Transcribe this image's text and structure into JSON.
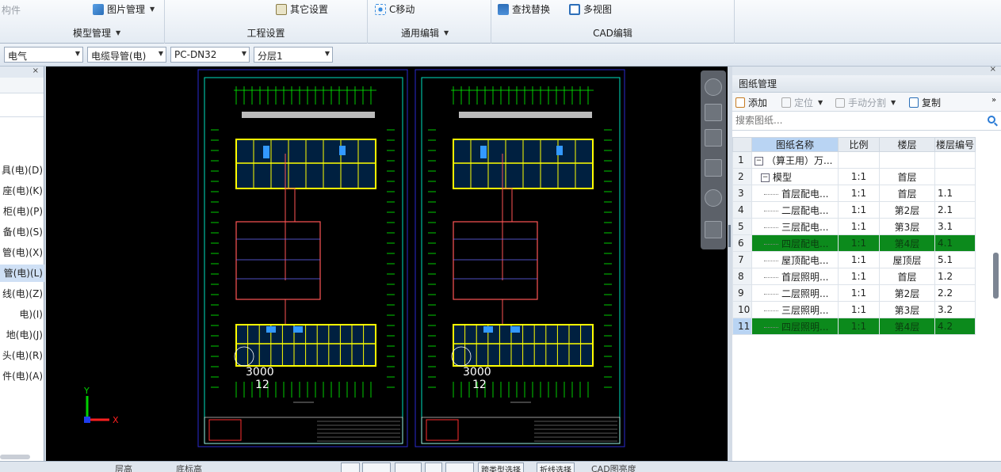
{
  "ribbon": {
    "partial_top_left": "构件",
    "picture_manage_label": "图片管理",
    "other_settings_label": "其它设置",
    "move_label": "C移动",
    "find_replace_label": "查找替换",
    "multi_view_label": "多视图",
    "group_model_manage": "模型管理",
    "group_project_settings": "工程设置",
    "group_common_edit": "通用编辑",
    "group_cad_edit": "CAD编辑"
  },
  "combos": {
    "discipline": "电气",
    "component_type": "电缆导管(电)",
    "component_name": "PC-DN32",
    "layer": "分层1"
  },
  "left_panel": {
    "close": "×",
    "items": [
      "具(电)(D)",
      "座(电)(K)",
      "柜(电)(P)",
      "备(电)(S)",
      "管(电)(X)",
      "管(电)(L)",
      "线(电)(Z)",
      "电)(I)",
      "地(电)(J)",
      "头(电)(R)",
      "件(电)(A)"
    ],
    "selected_index": 5
  },
  "cad": {
    "drawing_labels": [
      "3000",
      "12"
    ],
    "axis_x": "X",
    "axis_y": "Y",
    "colors": {
      "background": "#000000",
      "border": "#00e0c0",
      "wall": "#ffff00",
      "pipe": "#ff5555",
      "grid": "#00ff00",
      "room": "#3399ff"
    }
  },
  "right_panel": {
    "close": "×",
    "title": "图纸管理",
    "toolbar": {
      "add": "添加",
      "locate": "定位",
      "manual_split": "手动分割",
      "copy": "复制",
      "more": "»"
    },
    "search_placeholder": "搜索图纸...",
    "columns": [
      "图纸名称",
      "比例",
      "楼层",
      "楼层编号"
    ],
    "rows": [
      {
        "num": "1",
        "name": "（算王用）万...",
        "scale": "",
        "floor": "",
        "code": "",
        "level": 0,
        "expand": "−",
        "highlight": false
      },
      {
        "num": "2",
        "name": "模型",
        "scale": "1:1",
        "floor": "首层",
        "code": "",
        "level": 1,
        "expand": "−",
        "highlight": false
      },
      {
        "num": "3",
        "name": "首层配电...",
        "scale": "1:1",
        "floor": "首层",
        "code": "1.1",
        "level": 2,
        "highlight": false
      },
      {
        "num": "4",
        "name": "二层配电...",
        "scale": "1:1",
        "floor": "第2层",
        "code": "2.1",
        "level": 2,
        "highlight": false
      },
      {
        "num": "5",
        "name": "三层配电...",
        "scale": "1:1",
        "floor": "第3层",
        "code": "3.1",
        "level": 2,
        "highlight": false
      },
      {
        "num": "6",
        "name": "四层配电...",
        "scale": "1:1",
        "floor": "第4层",
        "code": "4.1",
        "level": 2,
        "highlight": true
      },
      {
        "num": "7",
        "name": "屋顶配电...",
        "scale": "1:1",
        "floor": "屋顶层",
        "code": "5.1",
        "level": 2,
        "highlight": false
      },
      {
        "num": "8",
        "name": "首层照明...",
        "scale": "1:1",
        "floor": "首层",
        "code": "1.2",
        "level": 2,
        "highlight": false
      },
      {
        "num": "9",
        "name": "二层照明...",
        "scale": "1:1",
        "floor": "第2层",
        "code": "2.2",
        "level": 2,
        "highlight": false
      },
      {
        "num": "10",
        "name": "三层照明...",
        "scale": "1:1",
        "floor": "第3层",
        "code": "3.2",
        "level": 2,
        "highlight": false
      },
      {
        "num": "11",
        "name": "四层照明...",
        "scale": "1:1",
        "floor": "第4层",
        "code": "4.2",
        "level": 2,
        "highlight": true
      }
    ],
    "highlight_color": "#0c8a1c"
  },
  "statusbar": {
    "texts": [
      "层高",
      "底标高",
      "跨类型选择",
      "折线选择",
      "CAD图亮度"
    ]
  }
}
